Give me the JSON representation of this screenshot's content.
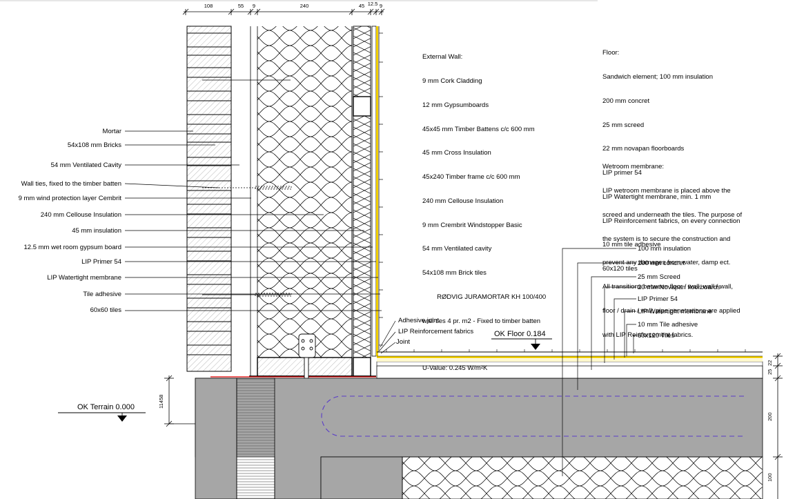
{
  "top_dimensions": [
    "108",
    "55",
    "9",
    "240",
    "45",
    "12.5",
    "9"
  ],
  "left_labels": [
    "Mortar",
    "54x108 mm Bricks",
    "54 mm Ventilated Cavity",
    "Wall ties, fixed to the timber batten",
    "9 mm wind protection layer Cembrit",
    "240 mm Cellouse Insulation",
    "45 mm insulation",
    "12.5 mm wet room gypsum board",
    "LIP Primer 54",
    "LIP Watertight membrane",
    "Tile adhesive",
    "60x60 tiles"
  ],
  "corner_labels": [
    "Adhesive joint",
    "LIP Reinforcement fabrics",
    "Joint"
  ],
  "floor_labels": [
    "100 mm insulation",
    "200 mm concret",
    "25 mm Screed",
    "20 mm Novapan floorboards",
    "LIP Primer 54",
    "LIP Watertight membrane",
    "10 mm Tile adhesive",
    "60x120 Tiles"
  ],
  "levels": {
    "floor": "OK Floor  0.184",
    "terrain": "OK Terrain  0.000"
  },
  "side_dimensions": {
    "terrain_height": "11458",
    "right_top": "25",
    "right_top2": "22",
    "right_concrete": "200",
    "right_insulation": "100"
  },
  "external_wall_note": {
    "lines": [
      "External Wall:",
      "9 mm Cork Cladding",
      "12 mm Gypsumboards",
      "45x45 mm Timber Battens c/c 600 mm",
      "45 mm Cross Insulation",
      "45x240 Timber frame c/c 600 mm",
      "240 mm Cellouse Insulation",
      "9 mm Crembrit Windstopper Basic",
      "54 mm Ventilated cavity",
      "54x108 mm Brick tiles",
      "        RØDVIG JURAMORTAR KH 100/400",
      "wall ties 4 pr. m2 - Fixed to timber batten"
    ],
    "u_value": "U-Value: 0.245 W/m²K"
  },
  "floor_note": {
    "lines": [
      "Floor:",
      "Sandwich element; 100 mm insulation",
      "200 mm concret",
      "25 mm screed",
      "22 mm novapan floorboards",
      "LIP primer 54",
      "LIP Watertight membrane, min. 1 mm",
      "LIP Reinforcement fabrics, on every connection",
      "10 mm tile adhesive",
      "60x120 tiles"
    ]
  },
  "wetroom_note": {
    "lines": [
      "Wetroom membrane:",
      "LIP wetroom membrane is placed above the",
      "screed and underneath the tiles. The purpose of",
      "the system is to secure the construction and",
      "prevent any damages from water, damp ect.",
      "All transitions between floor / wall, wall / wall,",
      "floor / drain / wall, pipe penetrations are applied",
      "with LIP Reinforcement fabrics."
    ]
  },
  "colors": {
    "concrete": "#a6a6a6",
    "membrane": "#f2d000",
    "heating_pipe": "#5a3cc8",
    "red_line": "#e00000"
  }
}
